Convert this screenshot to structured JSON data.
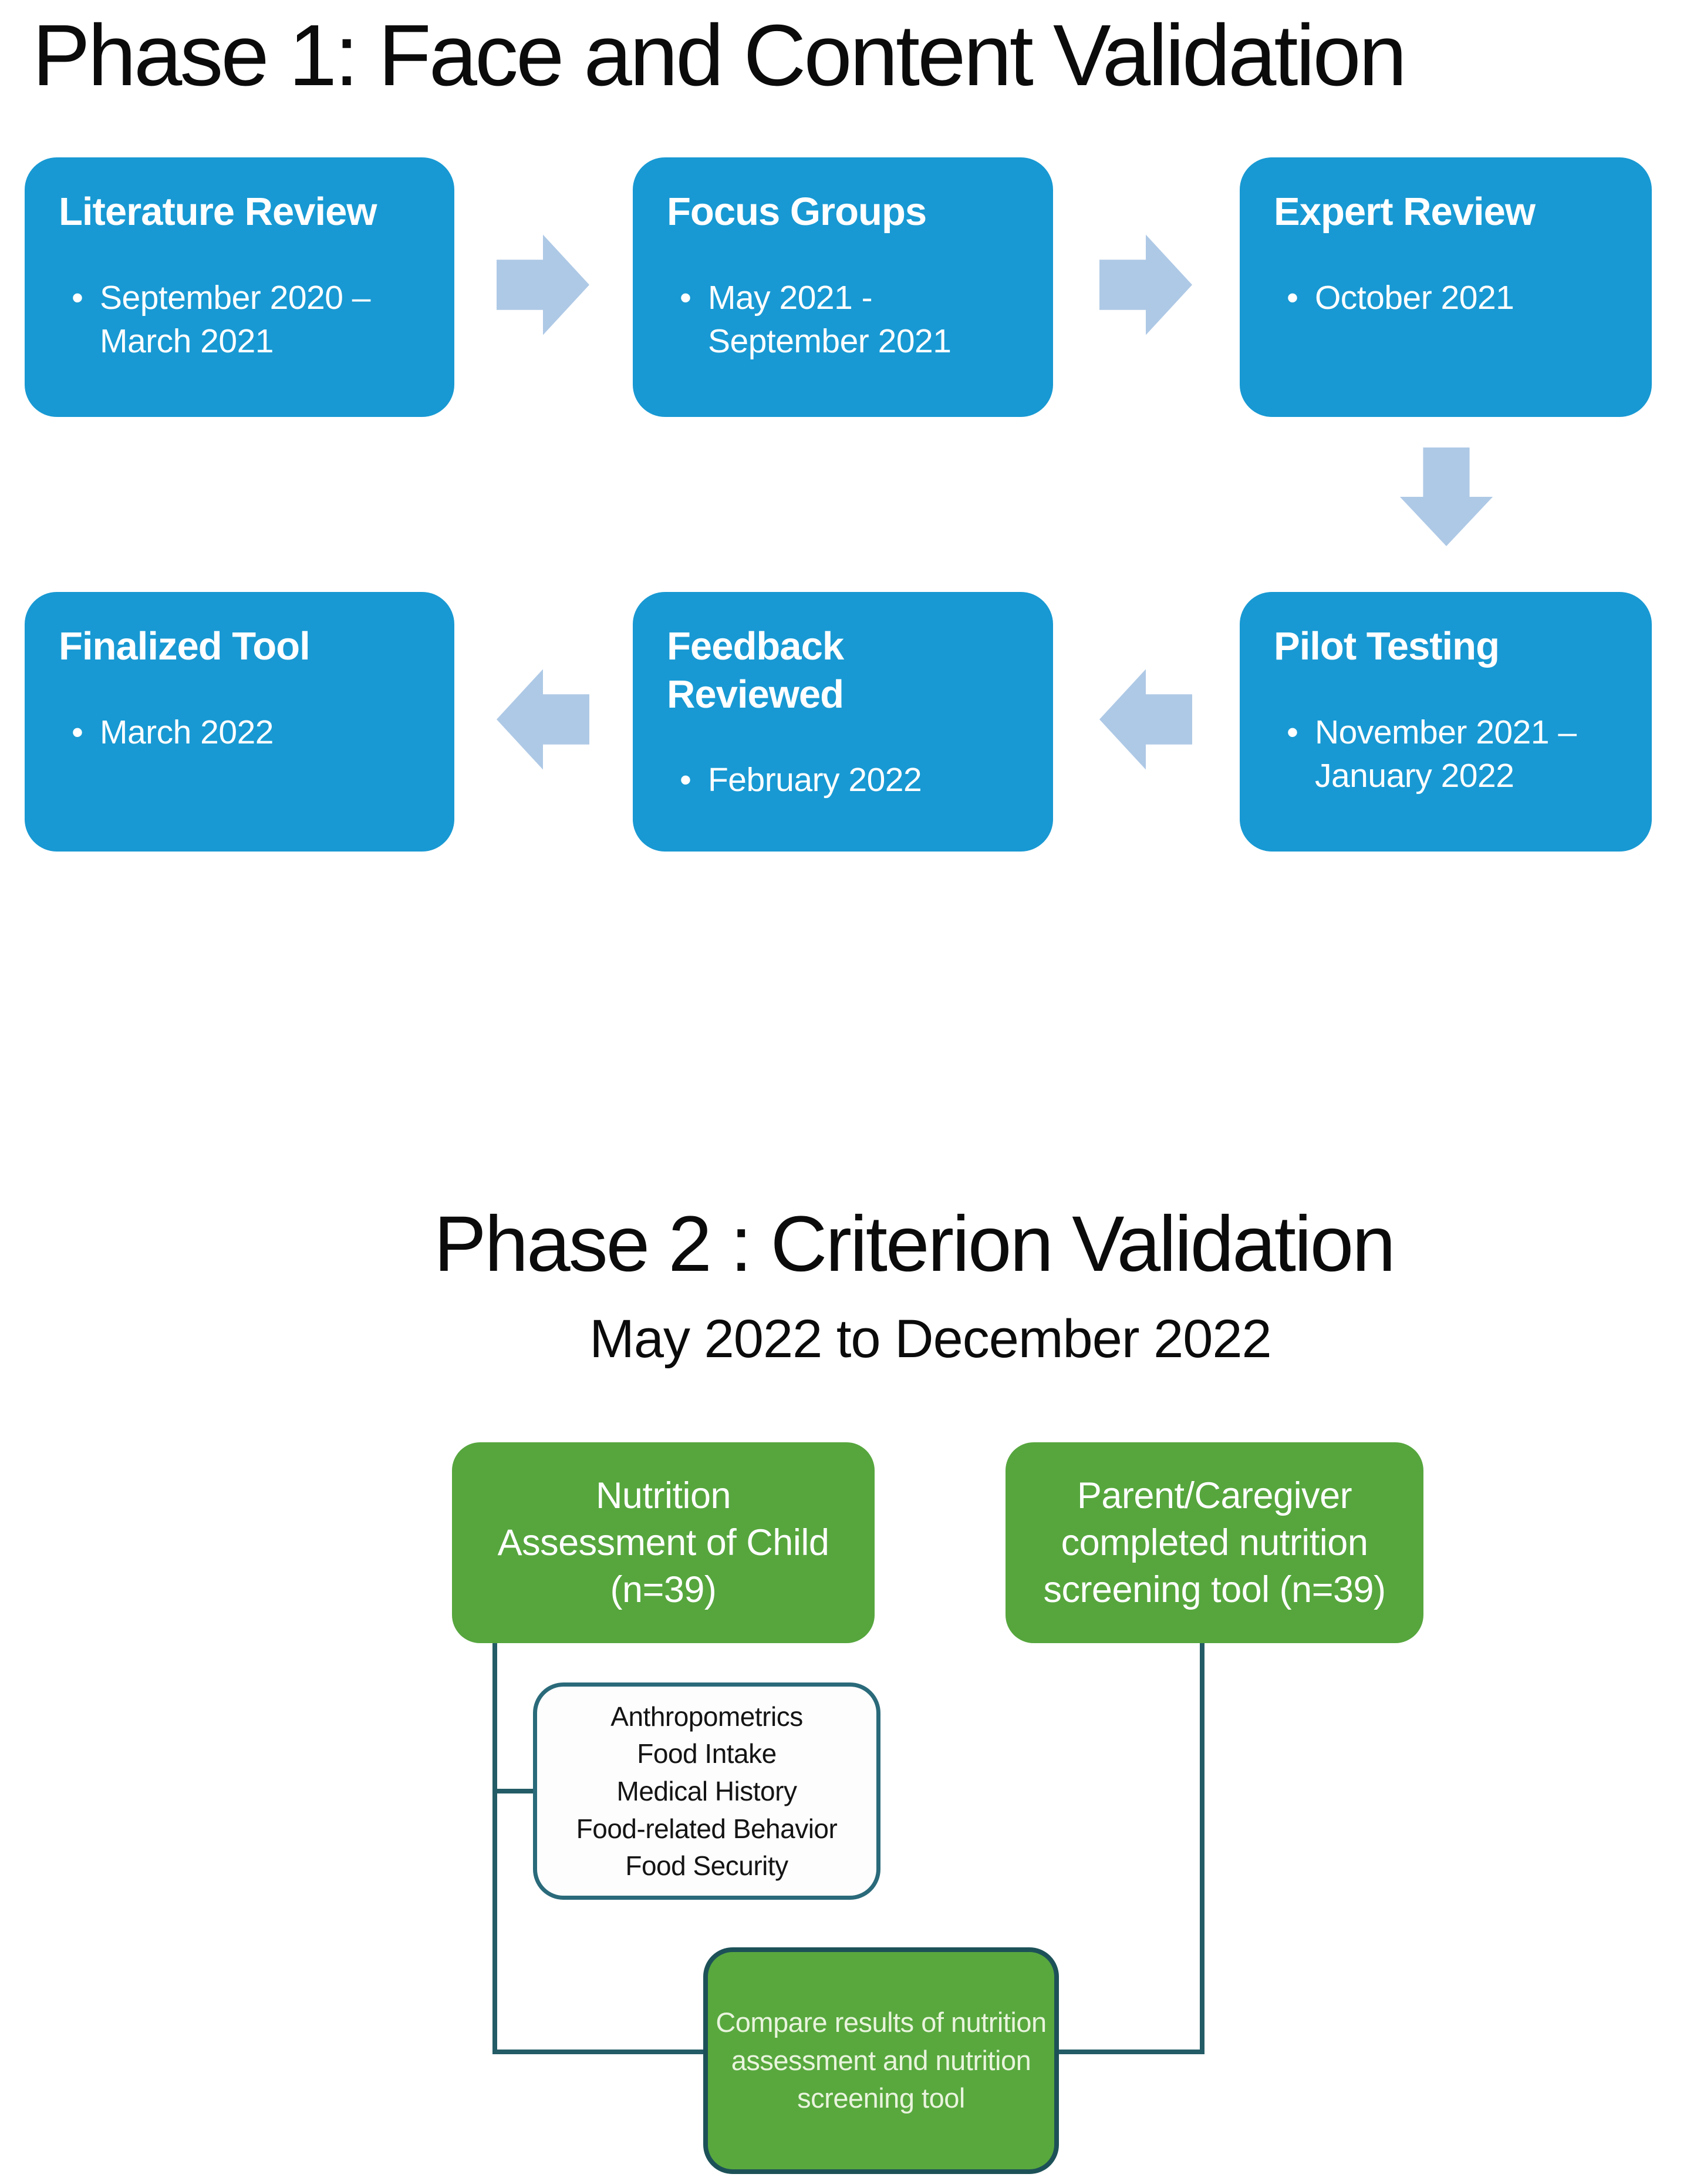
{
  "phase1": {
    "title": "Phase 1: Face and Content Validation",
    "boxes": [
      {
        "title": "Literature Review",
        "detail": "September 2020 –\nMarch 2021"
      },
      {
        "title": "Focus Groups",
        "detail": "May 2021 -\nSeptember 2021"
      },
      {
        "title": "Expert Review",
        "detail": "October 2021"
      },
      {
        "title": "Finalized Tool",
        "detail": "March 2022"
      },
      {
        "title": "Feedback\nReviewed",
        "detail": "February 2022"
      },
      {
        "title": "Pilot Testing",
        "detail": "November 2021 –\nJanuary 2022"
      }
    ],
    "bullet_glyph": "•"
  },
  "phase2": {
    "title": "Phase 2 : Criterion Validation",
    "subtitle": "May 2022 to December 2022",
    "left_box": "Nutrition\nAssessment of Child\n(n=39)",
    "right_box": "Parent/Caregiver\ncompleted nutrition\nscreening tool (n=39)",
    "assessment_components": [
      "Anthropometrics",
      "Food Intake",
      "Medical History",
      "Food-related Behavior",
      "Food Security"
    ],
    "compare_box": "Compare results of nutrition\nassessment and nutrition\nscreening tool"
  },
  "colors": {
    "phase1_box_blue": "#1899d3",
    "arrow_light_blue": "#aec9e6",
    "phase2_box_green": "#56a63d",
    "connector_teal": "#235c66",
    "white_box_border_teal": "#2a6a7a",
    "compare_border_teal": "#1d5158"
  }
}
